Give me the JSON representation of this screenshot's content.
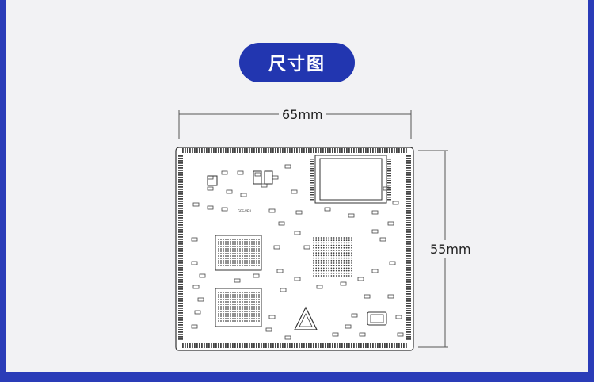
{
  "header": {
    "title": "尺寸图"
  },
  "dimensions": {
    "width_label": "65mm",
    "height_label": "55mm"
  },
  "board": {
    "silk_labels": [
      "GFS-VEU"
    ],
    "colors": {
      "outline": "#333333",
      "board": "#ffffff",
      "background": "#f2f2f4",
      "accent": "#2236b0"
    }
  }
}
